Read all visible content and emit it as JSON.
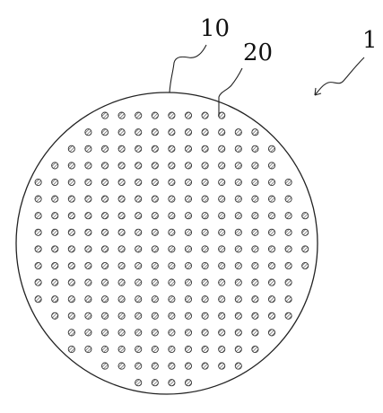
{
  "labels": {
    "plate": "10",
    "hole": "20",
    "assembly": "1"
  },
  "colors": {
    "line": "#222222",
    "hole_fill": "#9a9a9a",
    "background": "#ffffff"
  }
}
